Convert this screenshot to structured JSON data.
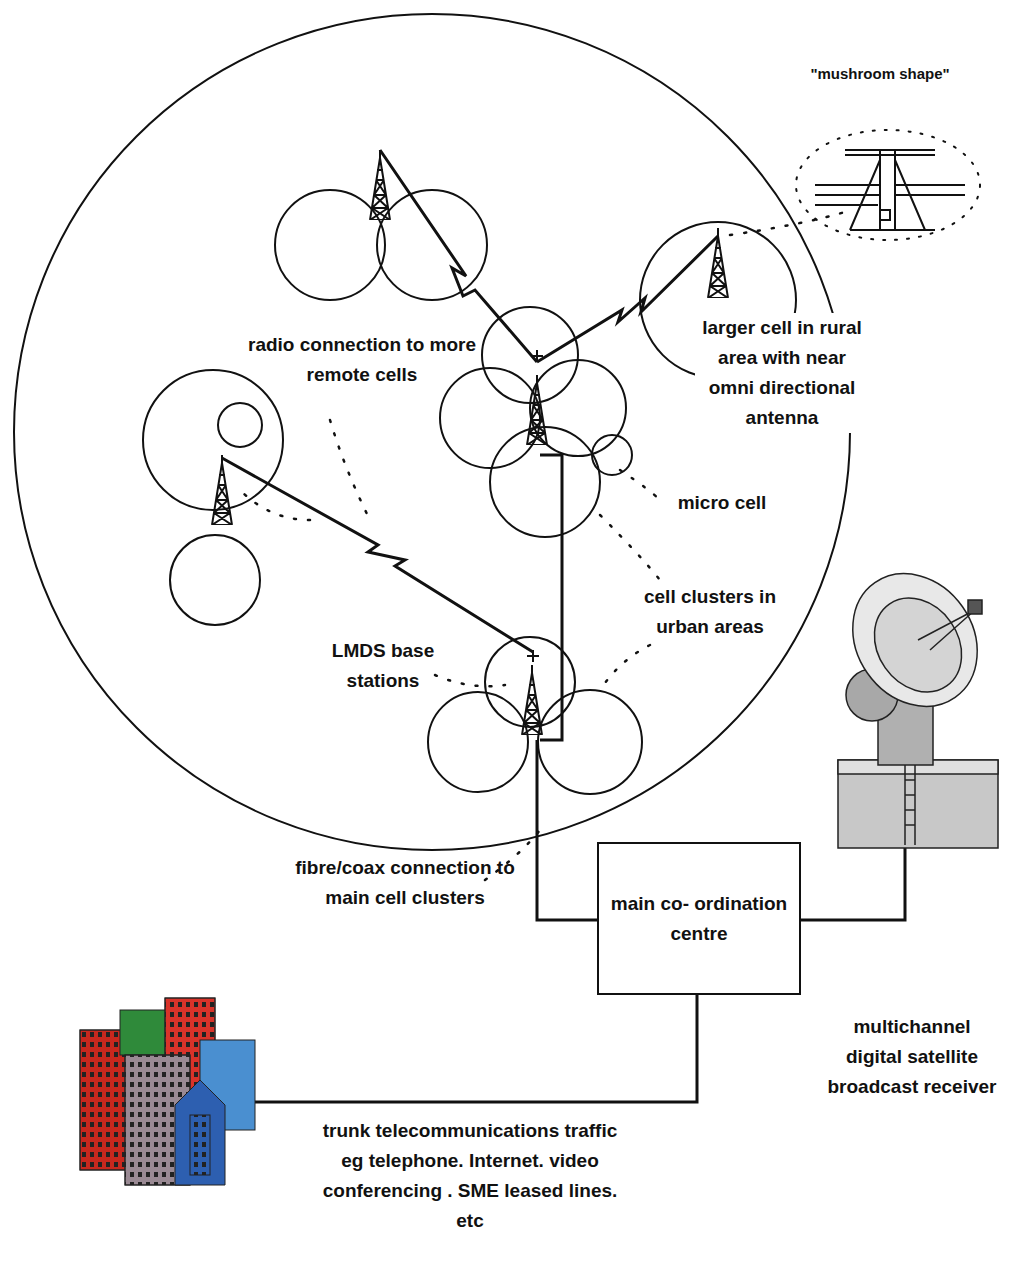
{
  "diagram": {
    "nodes": [
      {
        "text": [
          "main co- ordination centre"
        ]
      }
    ],
    "labels": [
      "\"mushroom shape\"",
      "radio connection to more remote cells",
      "larger cell in rural area with near omni directional antenna",
      "micro cell",
      "cell clusters in urban areas",
      "LMDS base stations",
      "fibre/coax connection to main cell clusters",
      "multichannel digital satellite broadcast receiver",
      "trunk telecommunications traffic eg telephone. Internet. video conferencing . SME leased lines. etc"
    ]
  }
}
